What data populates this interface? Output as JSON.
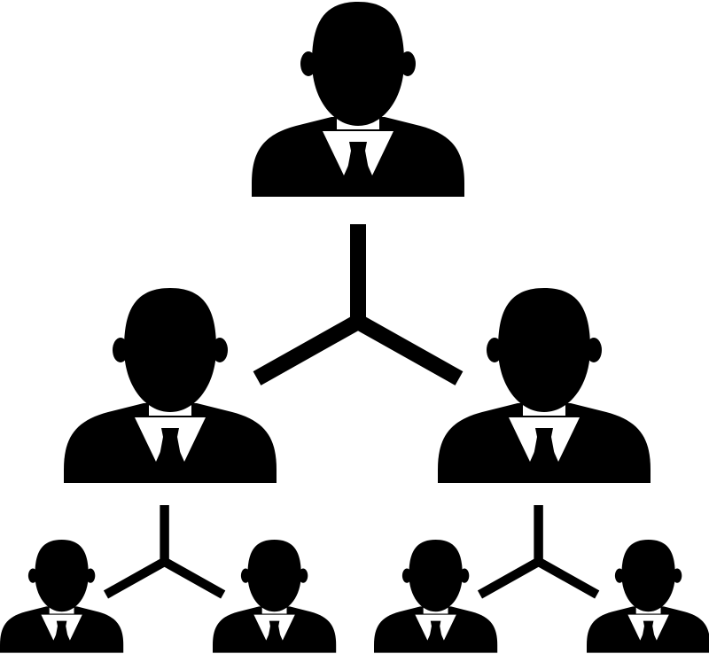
{
  "diagram": {
    "type": "hierarchy",
    "icon": "businessman-icon",
    "connector": "three-way-branch",
    "foreground_color": "#000000",
    "background_color": "#ffffff",
    "levels": [
      {
        "level": 1,
        "people": 1
      },
      {
        "level": 2,
        "people": 2
      },
      {
        "level": 3,
        "people": 4
      }
    ],
    "nodes": [
      {
        "id": "top",
        "level": 1,
        "parent": null
      },
      {
        "id": "mid-left",
        "level": 2,
        "parent": "top"
      },
      {
        "id": "mid-right",
        "level": 2,
        "parent": "top"
      },
      {
        "id": "bottom-1",
        "level": 3,
        "parent": "mid-left"
      },
      {
        "id": "bottom-2",
        "level": 3,
        "parent": "mid-left"
      },
      {
        "id": "bottom-3",
        "level": 3,
        "parent": "mid-right"
      },
      {
        "id": "bottom-4",
        "level": 3,
        "parent": "mid-right"
      }
    ]
  }
}
